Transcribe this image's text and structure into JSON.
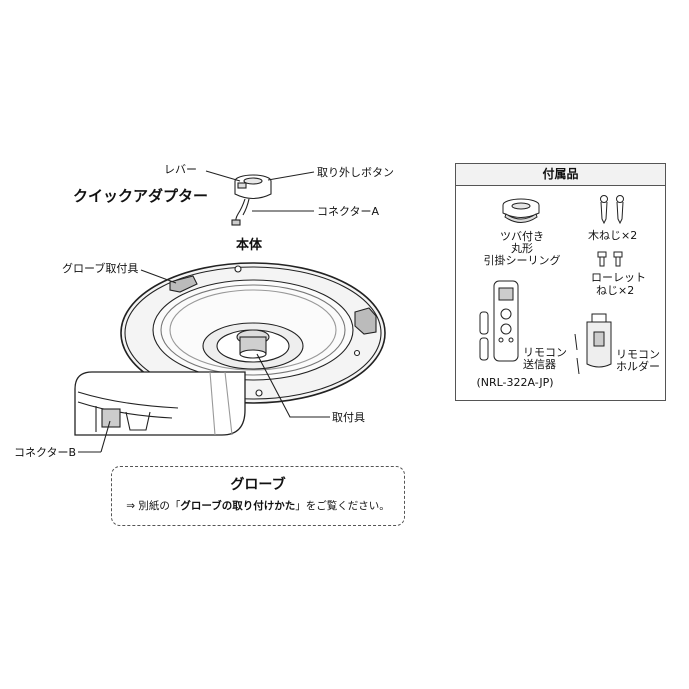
{
  "adapter": {
    "title": "クイックアダプター",
    "lever_label": "レバー",
    "release_button_label": "取り外しボタン",
    "connector_a_label": "コネクターA"
  },
  "body": {
    "title": "本体",
    "globe_holder_label": "グローブ取付具",
    "mount_label": "取付具",
    "connector_b_label": "コネクターB"
  },
  "accessories": {
    "title": "付属品",
    "ceiling_label_1": "ツバ付き",
    "ceiling_label_2": "丸形",
    "ceiling_label_3": "引掛シーリング",
    "wood_screw_label": "木ねじ×2",
    "knurled_screw_label_1": "ローレット",
    "knurled_screw_label_2": "ねじ×2",
    "remote_label_1": "リモコン",
    "remote_label_2": "送信器",
    "remote_model": "(NRL-322A-JP)",
    "holder_label_1": "リモコン",
    "holder_label_2": "ホルダー"
  },
  "globe": {
    "title": "グローブ",
    "ref_prefix": "⇒ 別紙の「",
    "ref_bold": "グローブの取り付けかた",
    "ref_suffix": "」をご覧ください。"
  }
}
